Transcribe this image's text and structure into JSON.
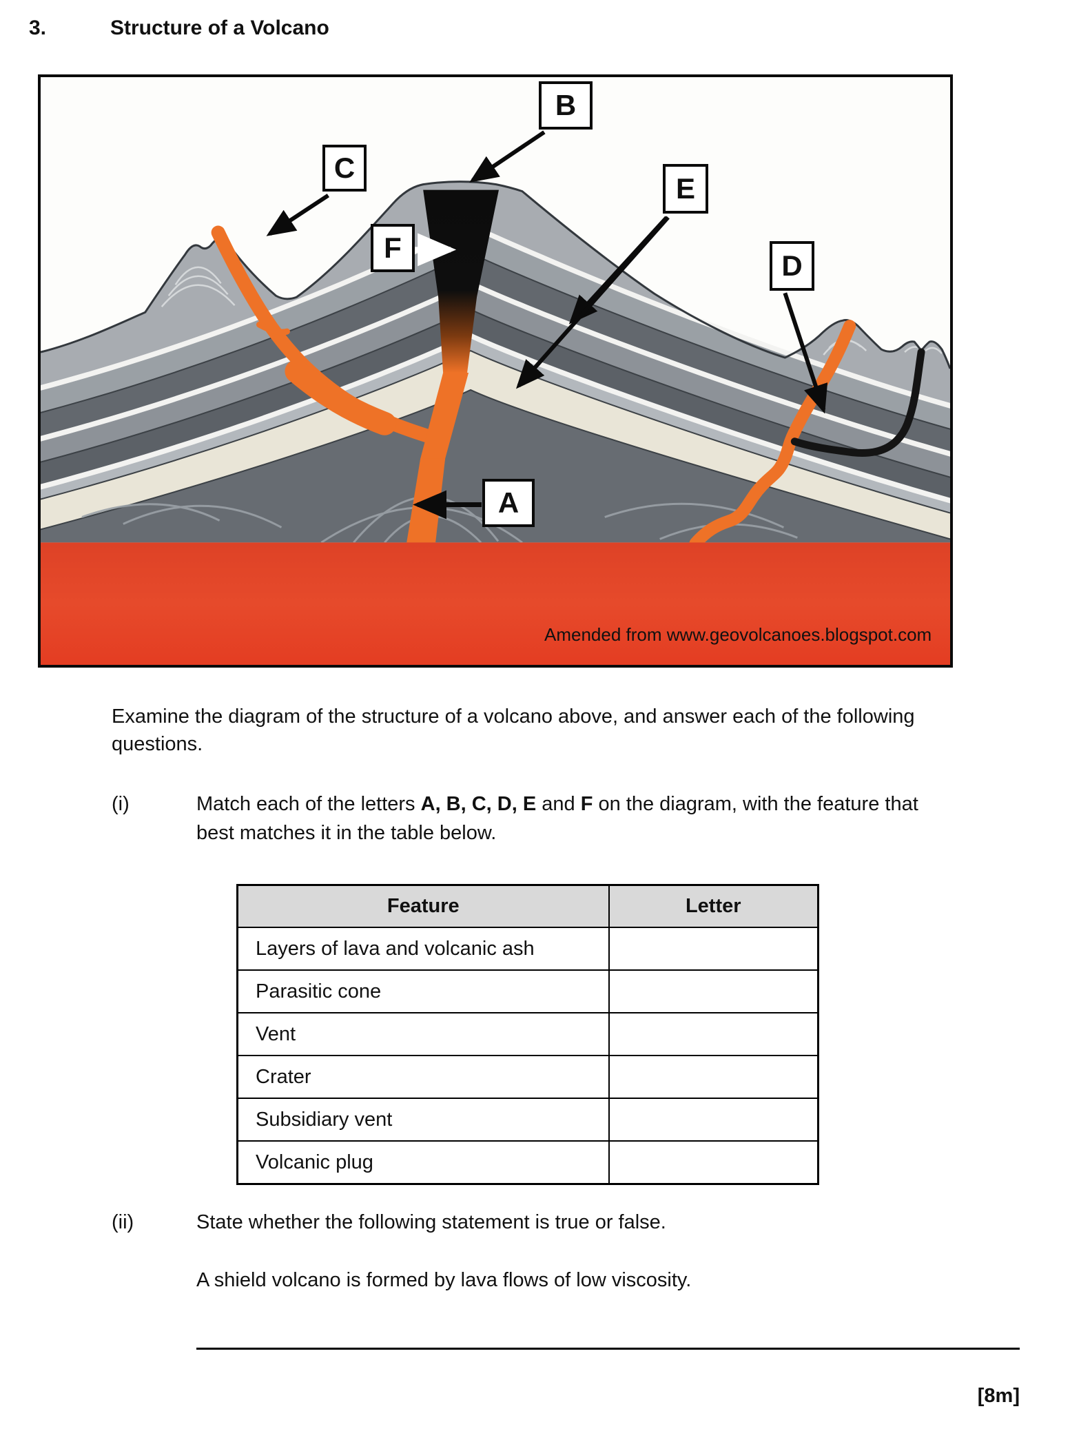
{
  "title": {
    "number": "3.",
    "text": "Structure of a Volcano"
  },
  "diagram": {
    "labels": [
      {
        "letter": "A"
      },
      {
        "letter": "B"
      },
      {
        "letter": "C"
      },
      {
        "letter": "D"
      },
      {
        "letter": "E"
      },
      {
        "letter": "F"
      }
    ],
    "attribution": "Amended from www.geovolcanoes.blogspot.com",
    "colors": {
      "magma_red": "#e2482c",
      "dike_orange": "#ee7227",
      "plug_black": "#0c0c0c",
      "cream_layer": "#e9e5d7",
      "dark_layer": "#5c6167",
      "light_layer": "#a8acb1"
    }
  },
  "intro": {
    "line1": "Examine the diagram of the structure of a volcano above, and answer each of the following",
    "line2": "questions."
  },
  "q1": {
    "marker": "(i)",
    "t1": "Match each of the letters ",
    "b1": "A, B, C, D, E",
    "t2": " and ",
    "b2": "F",
    "t3": " on the diagram, with the feature that",
    "line2": "best matches it in the table below."
  },
  "table": {
    "headers": {
      "feature": "Feature",
      "letter": "Letter"
    },
    "rows": [
      {
        "feature": "Layers of lava and volcanic ash",
        "letter": ""
      },
      {
        "feature": "Parasitic cone",
        "letter": ""
      },
      {
        "feature": "Vent",
        "letter": ""
      },
      {
        "feature": "Crater",
        "letter": ""
      },
      {
        "feature": "Subsidiary vent",
        "letter": ""
      },
      {
        "feature": "Volcanic plug",
        "letter": ""
      }
    ]
  },
  "q2": {
    "marker": "(ii)",
    "text": "State whether the following statement is true or false.",
    "statement": "A shield volcano is formed by lava flows of low viscosity."
  },
  "marks": "[8m]"
}
